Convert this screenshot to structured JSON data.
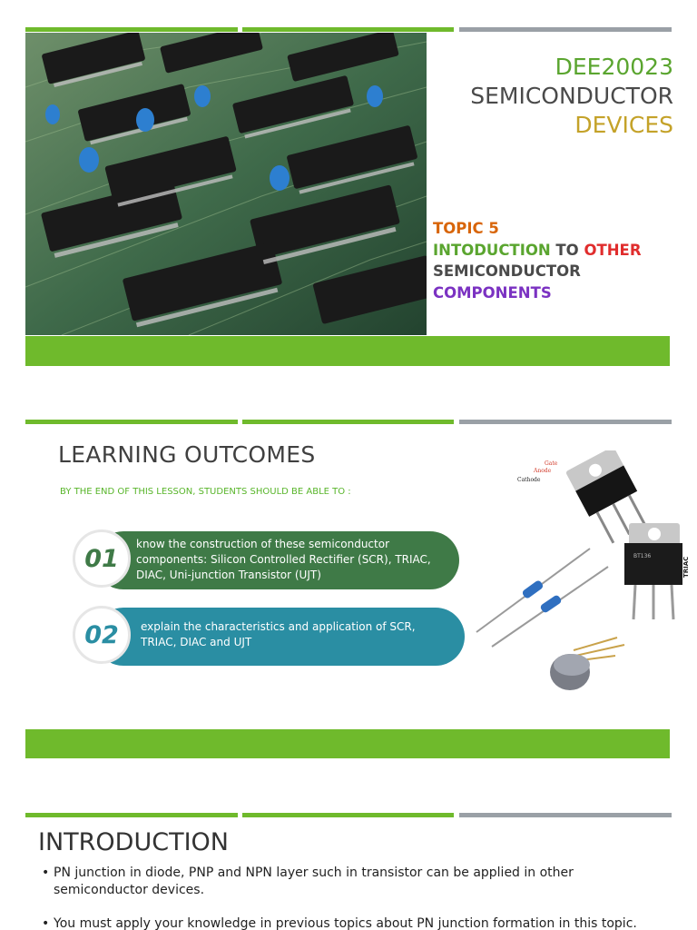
{
  "slide1": {
    "course_code": "DEE20023",
    "course_title_line1": "SEMICONDUCTOR",
    "course_title_line2": "DEVICES",
    "topic_label": "TOPIC 5",
    "topic_word_intro": "INTODUCTION",
    "topic_word_to": "TO",
    "topic_word_other": "OTHER",
    "topic_word_semi": "SEMICONDUCTOR",
    "topic_word_components": "COMPONENTS"
  },
  "slide2": {
    "title": "LEARNING OUTCOMES",
    "subtitle": "BY THE END OF THIS LESSON, STUDENTS SHOULD BE ABLE TO :",
    "outcomes": [
      {
        "number": "01",
        "text": "know the construction of these semiconductor components:  Silicon Controlled Rectifier (SCR), TRIAC, DIAC, Uni-junction Transistor (UJT)"
      },
      {
        "number": "02",
        "text": "explain the characteristics and application of SCR, TRIAC, DIAC and UJT"
      }
    ],
    "component_labels": {
      "gate": "Gate",
      "anode": "Anode",
      "cathode": "Cathode",
      "triac_part": "BT136",
      "triac_side": "TRIAC"
    }
  },
  "slide3": {
    "title": "INTRODUCTION",
    "bullets": [
      "PN junction in diode, PNP and NPN layer such in transistor can be applied in other semiconductor devices.",
      "You must apply your knowledge in previous topics about PN junction formation in this topic."
    ]
  },
  "colors": {
    "accent_green": "#6fba2c",
    "accent_grey": "#9aa0a6",
    "pill_green": "#3f7a47",
    "pill_teal": "#2a8ea3",
    "code_green": "#5aa52f",
    "devices_gold": "#c4a229",
    "topic_orange": "#d8650a",
    "topic_red": "#e02d2d",
    "topic_purple": "#7b32c2"
  }
}
